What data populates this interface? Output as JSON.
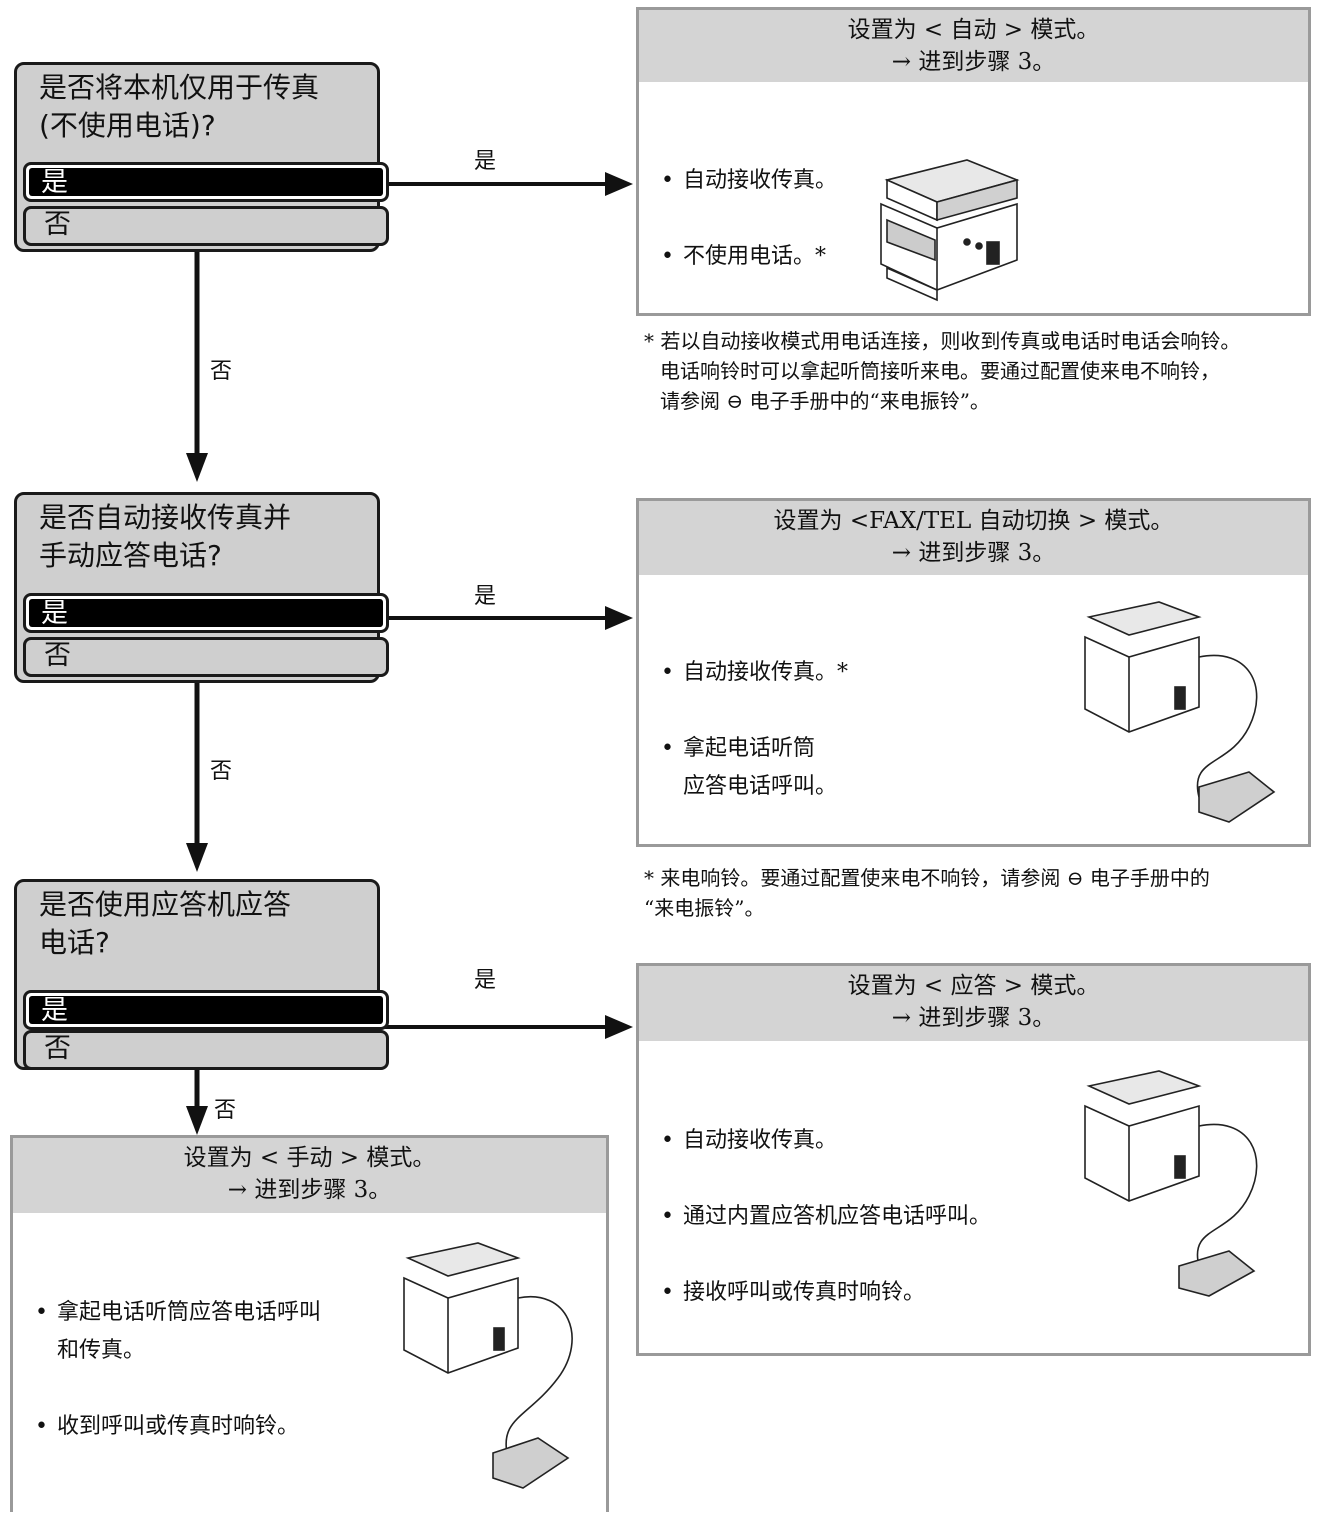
{
  "questions": [
    {
      "text": "是否将本机仅用于传真\n(不使用电话)?",
      "yes": "是",
      "no": "否"
    },
    {
      "text": "是否自动接收传真并\n手动应答电话?",
      "yes": "是",
      "no": "否"
    },
    {
      "text": "是否使用应答机应答\n电话?",
      "yes": "是",
      "no": "否"
    }
  ],
  "arrow_labels": {
    "yes": "是",
    "no": "否"
  },
  "results": [
    {
      "title": "设置为 < 自动 > 模式。",
      "step": "→ 进到步骤 3。",
      "bullets": [
        "自动接收传真。",
        "不使用电话。*"
      ],
      "note": [
        "* 若以自动接收模式用电话连接，则收到传真或电话时电话会响铃。",
        "电话响铃时可以拿起听筒接听来电。要通过配置使来电不响铃，",
        "请参阅 ⊖ 电子手册中的“来电振铃”。"
      ]
    },
    {
      "title": "设置为 <FAX/TEL 自动切换 > 模式。",
      "step": "→ 进到步骤 3。",
      "bullets": [
        "自动接收传真。*",
        "拿起电话听筒\n应答电话呼叫。"
      ],
      "note": [
        "* 来电响铃。要通过配置使来电不响铃，请参阅 ⊖ 电子手册中的",
        "“来电振铃”。"
      ]
    },
    {
      "title": "设置为 < 应答 > 模式。",
      "step": "→ 进到步骤 3。",
      "bullets": [
        "自动接收传真。",
        "通过内置应答机应答电话呼叫。",
        "接收呼叫或传真时响铃。"
      ]
    },
    {
      "title": "设置为 < 手动 > 模式。",
      "step": "→ 进到步骤 3。",
      "bullets": [
        "拿起电话听筒应答电话呼叫\n和传真。",
        "收到呼叫或传真时响铃。"
      ]
    }
  ]
}
